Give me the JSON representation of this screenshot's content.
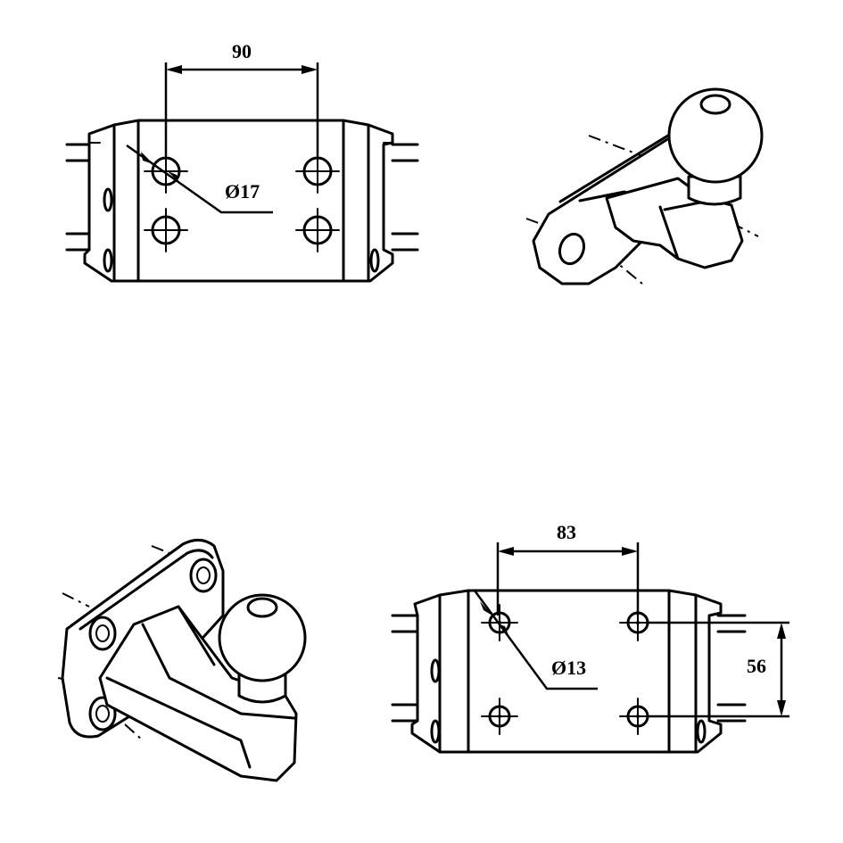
{
  "views": {
    "top_left": {
      "hole_spacing_label": "90",
      "hole_diameter_label": "Ø17"
    },
    "bottom_right": {
      "hole_spacing_label": "83",
      "hole_diameter_label": "Ø13",
      "vertical_spacing_label": "56"
    }
  }
}
